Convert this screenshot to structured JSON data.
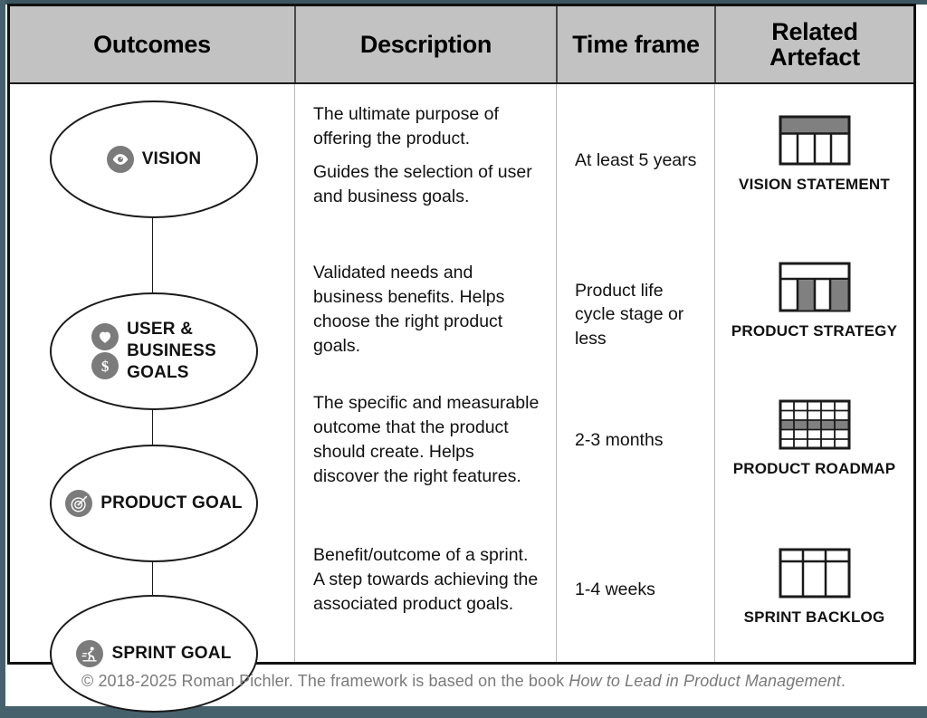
{
  "table": {
    "columns": [
      {
        "key": "outcomes",
        "label": "Outcomes"
      },
      {
        "key": "description",
        "label": "Description"
      },
      {
        "key": "timeframe",
        "label": "Time frame"
      },
      {
        "key": "artefact",
        "label": "Related\nArtefact"
      }
    ],
    "rows": [
      {
        "outcome_label": "VISION",
        "icons": [
          "eye-icon"
        ],
        "description": [
          "The ultimate purpose of offering the product.",
          "Guides the selection of user and business goals."
        ],
        "timeframe": "At least 5 years",
        "artefact_label": "VISION STATEMENT",
        "artefact_icon": "vision-statement-icon"
      },
      {
        "outcome_label": "USER &\nBUSINESS\nGOALS",
        "icons": [
          "heart-icon",
          "dollar-icon"
        ],
        "description": [
          "Validated needs and business benefits. Helps choose the right product goals."
        ],
        "timeframe": "Product life cycle stage or less",
        "artefact_label": "PRODUCT STRATEGY",
        "artefact_icon": "product-strategy-icon"
      },
      {
        "outcome_label": "PRODUCT GOAL",
        "icons": [
          "target-icon"
        ],
        "description": [
          "The specific and measurable outcome that the product should create. Helps discover the right features."
        ],
        "timeframe": "2-3 months",
        "artefact_label": "PRODUCT ROADMAP",
        "artefact_icon": "product-roadmap-icon"
      },
      {
        "outcome_label": "SPRINT GOAL",
        "icons": [
          "sprint-icon"
        ],
        "description": [
          "Benefit/outcome of a sprint. A step towards achieving the associated product goals."
        ],
        "timeframe": "1-4 weeks",
        "artefact_label": "SPRINT BACKLOG",
        "artefact_icon": "sprint-backlog-icon"
      }
    ]
  },
  "footer": {
    "copyright": "© 2018-2025 Roman Pichler. The framework is based on the book ",
    "book_title": "How to Lead in Product Management",
    "period": "."
  },
  "colors": {
    "frame": "#46616c",
    "header_background": "#c2c2c2",
    "icon_gray": "#7b7b7b",
    "artefact_gray": "#808080",
    "border": "#111111",
    "footer_text": "#7a7a7a"
  }
}
